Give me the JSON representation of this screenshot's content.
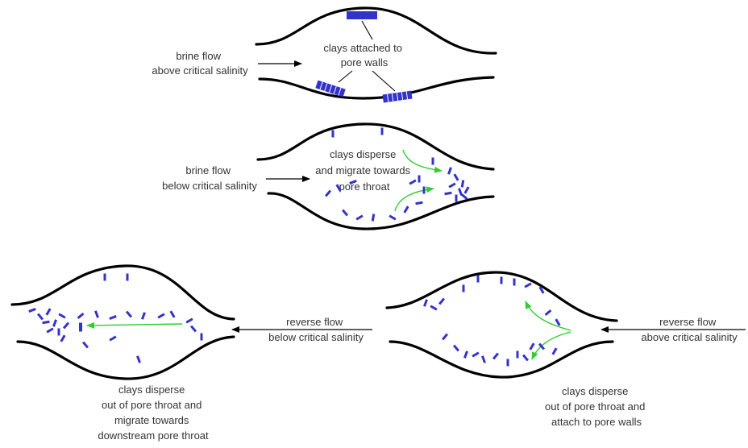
{
  "panels": {
    "attached": {
      "flow_lines": [
        "brine flow",
        "above critical salinity"
      ],
      "caption_lines": [
        "clays attached to",
        "pore walls"
      ]
    },
    "disperse_forward": {
      "flow_lines": [
        "brine flow",
        "below critical salinity"
      ],
      "caption_lines": [
        "clays disperse",
        "and migrate towards",
        "pore throat"
      ]
    },
    "reverse_below": {
      "flow_lines": [
        "reverse flow",
        "below critical salinity"
      ],
      "caption_lines": [
        "clays disperse",
        "out of pore throat and",
        "migrate towards",
        "downstream pore throat"
      ]
    },
    "reverse_above": {
      "flow_lines": [
        "reverse flow",
        "above critical salinity"
      ],
      "caption_lines": [
        "clays disperse",
        "out of pore throat and",
        "attach to pore walls"
      ]
    }
  },
  "colors": {
    "clay": "#3333cc",
    "migration_arrow": "#33cc33",
    "pore_wall": "#000000",
    "text": "#333333"
  }
}
